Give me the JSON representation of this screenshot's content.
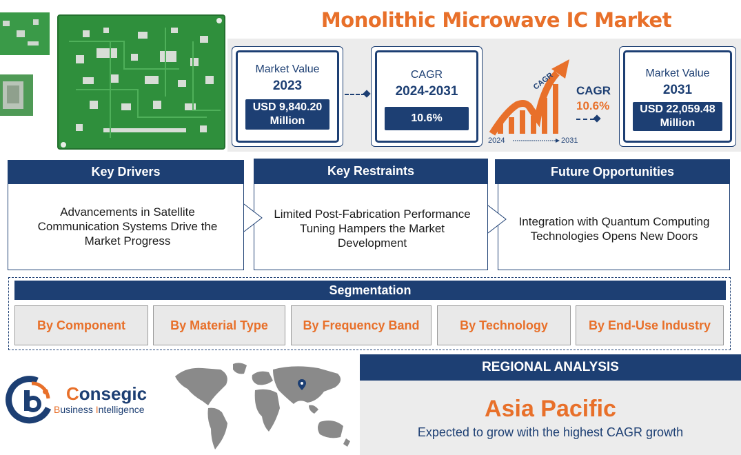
{
  "title": "Monolithic Microwave IC Market",
  "stats": {
    "market_2023": {
      "label": "Market Value",
      "year": "2023",
      "value": "USD 9,840.20 Million"
    },
    "cagr": {
      "label": "CAGR",
      "period": "2024-2031",
      "value": "10.6%"
    },
    "cagr_graphic": {
      "arrow_label": "CAGR",
      "label": "CAGR",
      "value": "10.6%",
      "start_year": "2024",
      "end_year": "2031"
    },
    "market_2031": {
      "label": "Market Value",
      "year": "2031",
      "value": "USD 22,059.48 Million"
    }
  },
  "columns": [
    {
      "heading": "Key Drivers",
      "text": "Advancements in Satellite Communication Systems Drive the Market Progress"
    },
    {
      "heading": "Key Restraints",
      "text": "Limited Post-Fabrication Performance Tuning Hampers the Market Development"
    },
    {
      "heading": "Future Opportunities",
      "text": "Integration with Quantum Computing Technologies Opens New Doors"
    }
  ],
  "segmentation": {
    "heading": "Segmentation",
    "items": [
      "By Component",
      "By Material Type",
      "By Frequency Band",
      "By Technology",
      "By End-Use Industry"
    ]
  },
  "regional": {
    "heading": "REGIONAL ANALYSIS",
    "region": "Asia Pacific",
    "subtitle": "Expected to grow with the highest CAGR growth"
  },
  "logo": {
    "name_first": "C",
    "name_rest": "onsegic",
    "sub_b": "B",
    "sub_usiness": "usiness ",
    "sub_i": "I",
    "sub_ntelligence": "ntelligence"
  },
  "colors": {
    "navy": "#1d3f73",
    "orange": "#e8702a",
    "pcb_green": "#2e8b3a",
    "map_gray": "#8a8a8a"
  }
}
